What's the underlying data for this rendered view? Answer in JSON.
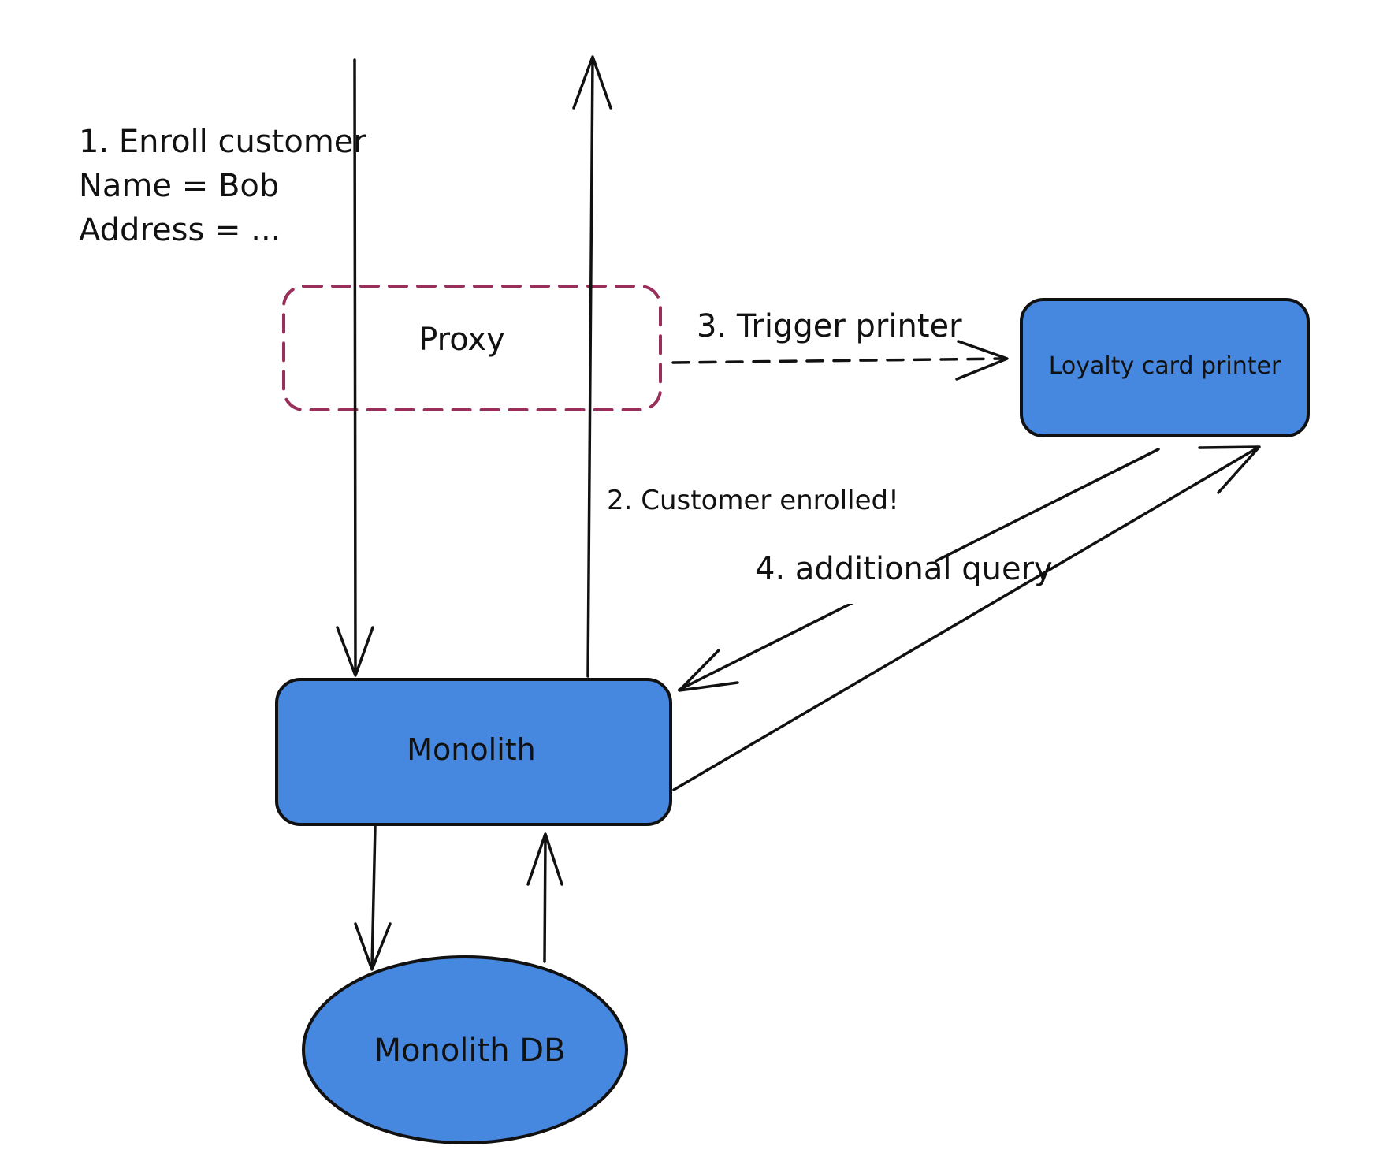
{
  "diagram": {
    "colors": {
      "node_fill": "#4687df",
      "proxy_border": "#9b2f5b",
      "stroke": "#111111",
      "background": "#ffffff"
    },
    "request_note": {
      "line1": "1. Enroll customer",
      "line2": "Name = Bob",
      "line3": "Address = ..."
    },
    "nodes": {
      "proxy": "Proxy",
      "loyalty_printer": "Loyalty card printer",
      "monolith": "Monolith",
      "monolith_db": "Monolith DB"
    },
    "edges": {
      "response": "2. Customer enrolled!",
      "trigger": "3. Trigger printer",
      "additional_query": "4. additional query"
    }
  }
}
